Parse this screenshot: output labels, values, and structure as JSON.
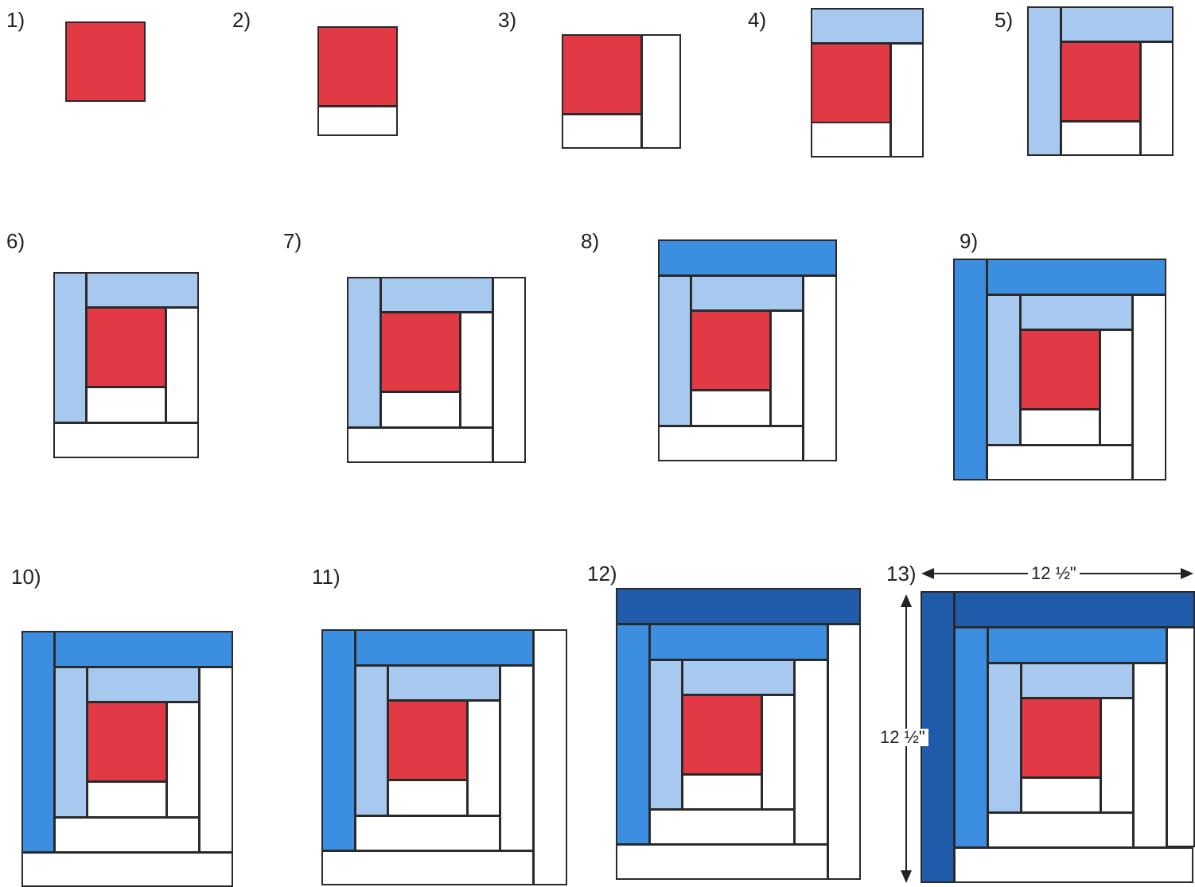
{
  "colors": {
    "red": "#e23a44",
    "white": "#ffffff",
    "light_blue": "#a8c9ef",
    "medium_blue": "#3b8ee0",
    "dark_blue": "#1f5ba8",
    "outline": "#2a2a2a"
  },
  "steps": [
    {
      "label": "1)"
    },
    {
      "label": "2)"
    },
    {
      "label": "3)"
    },
    {
      "label": "4)"
    },
    {
      "label": "5)"
    },
    {
      "label": "6)"
    },
    {
      "label": "7)"
    },
    {
      "label": "8)"
    },
    {
      "label": "9)"
    },
    {
      "label": "10)"
    },
    {
      "label": "11)"
    },
    {
      "label": "12)"
    },
    {
      "label": "13)"
    }
  ],
  "dimensions": {
    "width_label": "12 ½\"",
    "height_label": "12 ½\""
  }
}
